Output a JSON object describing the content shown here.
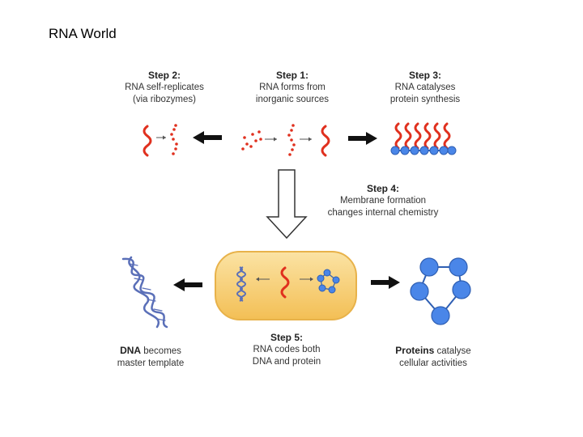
{
  "title": "RNA World",
  "steps": {
    "step1": {
      "heading": "Step 1:",
      "line1": "RNA forms from",
      "line2": "inorganic sources"
    },
    "step2": {
      "heading": "Step 2:",
      "line1": "RNA self-replicates",
      "line2": "(via ribozymes)"
    },
    "step3": {
      "heading": "Step 3:",
      "line1": "RNA catalyses",
      "line2": "protein synthesis"
    },
    "step4": {
      "heading": "Step 4:",
      "line1": "Membrane formation",
      "line2": "changes internal chemistry"
    },
    "step5": {
      "heading": "Step 5:",
      "line1": "RNA codes both",
      "line2": "DNA and protein"
    }
  },
  "outcomes": {
    "dna": {
      "bold": "DNA",
      "rest": " becomes",
      "line2": "master template"
    },
    "proteins": {
      "bold": "Proteins",
      "rest": " catalyse",
      "line2": "cellular activities"
    }
  },
  "colors": {
    "rna": "#e0301e",
    "protein": "#4a86e8",
    "protein_stroke": "#2f5fb3",
    "cell_fill": "#f5c96a",
    "cell_stroke": "#e8b24a",
    "dna": "#5a6fb8",
    "arrow": "#111111"
  },
  "icons": [
    "rna-strand-icon",
    "nucleotide-dots-icon",
    "protein-bead-icon",
    "dna-helix-icon",
    "cell-membrane-icon",
    "hollow-down-arrow-icon"
  ]
}
